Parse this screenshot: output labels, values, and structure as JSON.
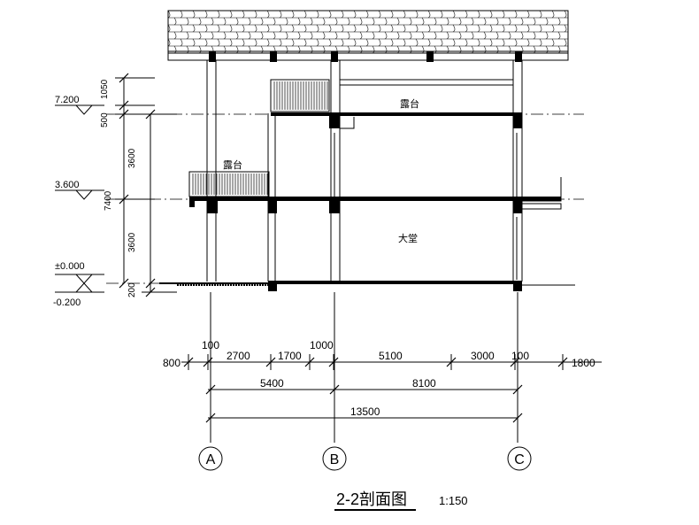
{
  "drawing": {
    "title": "2-2剖面图",
    "scale": "1:150"
  },
  "rooms": {
    "roof_terrace": "露台",
    "balcony": "露台",
    "hall": "大堂"
  },
  "elevations": {
    "roof": "7.200",
    "second": "3.600",
    "ground": "±0.000",
    "exterior": "-0.200"
  },
  "vertical_dims": {
    "parapet": "1050",
    "slab": "500",
    "story2": "3600",
    "total": "7400",
    "story1": "3600",
    "plinth": "200"
  },
  "horizontal_dims": {
    "row1": [
      "800",
      "100",
      "2700",
      "1700",
      "1000",
      "5100",
      "3000",
      "100",
      "1800"
    ],
    "row2": [
      "5400",
      "8100"
    ],
    "row3": [
      "13500"
    ]
  },
  "axes": [
    "A",
    "B",
    "C"
  ]
}
